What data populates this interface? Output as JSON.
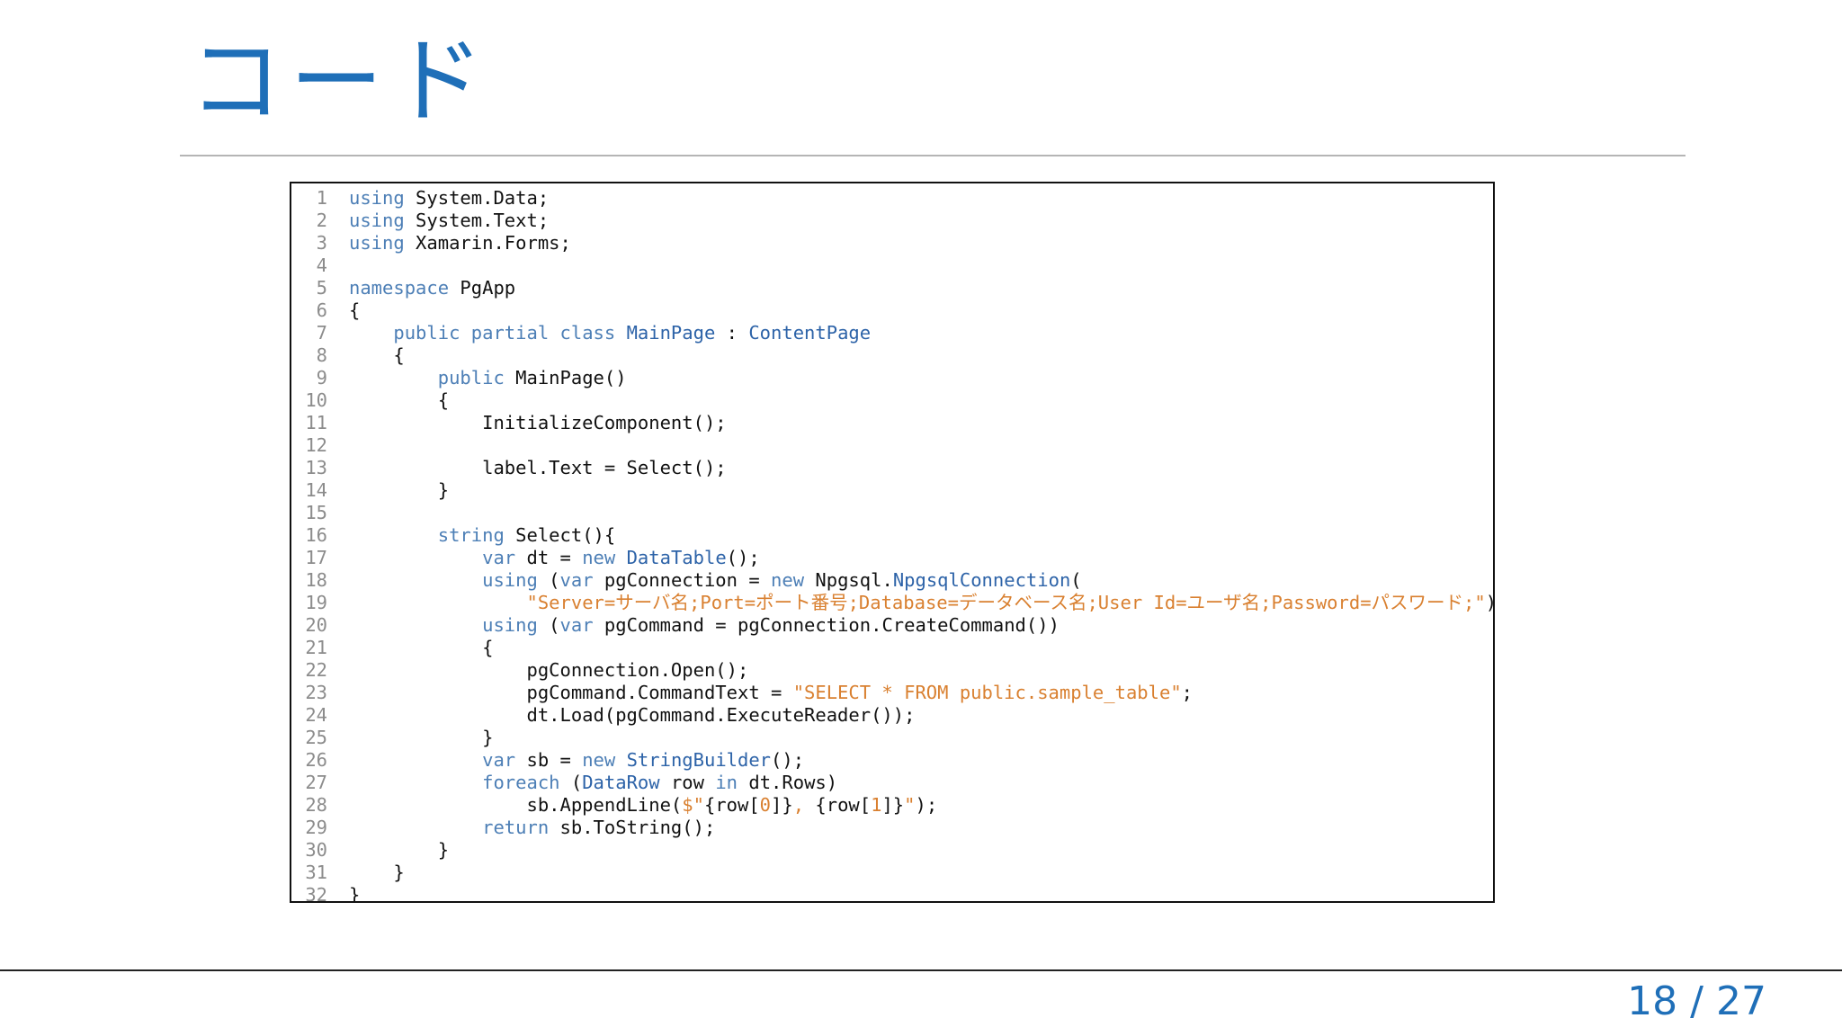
{
  "slide": {
    "title": "コード",
    "page_current": "18",
    "page_separator": "/",
    "page_total": "27"
  },
  "code": {
    "lines": [
      [
        [
          "kw",
          "using"
        ],
        [
          "p",
          " System.Data;"
        ]
      ],
      [
        [
          "kw",
          "using"
        ],
        [
          "p",
          " System.Text;"
        ]
      ],
      [
        [
          "kw",
          "using"
        ],
        [
          "p",
          " Xamarin.Forms;"
        ]
      ],
      [],
      [
        [
          "kw",
          "namespace"
        ],
        [
          "p",
          " PgApp"
        ]
      ],
      [
        [
          "p",
          "{"
        ]
      ],
      [
        [
          "p",
          "    "
        ],
        [
          "kw",
          "public partial class"
        ],
        [
          "p",
          " "
        ],
        [
          "ty",
          "MainPage"
        ],
        [
          "p",
          " : "
        ],
        [
          "ty",
          "ContentPage"
        ]
      ],
      [
        [
          "p",
          "    {"
        ]
      ],
      [
        [
          "p",
          "        "
        ],
        [
          "kw",
          "public"
        ],
        [
          "p",
          " MainPage()"
        ]
      ],
      [
        [
          "p",
          "        {"
        ]
      ],
      [
        [
          "p",
          "            InitializeComponent();"
        ]
      ],
      [],
      [
        [
          "p",
          "            label.Text = Select();"
        ]
      ],
      [
        [
          "p",
          "        }"
        ]
      ],
      [],
      [
        [
          "p",
          "        "
        ],
        [
          "kw",
          "string"
        ],
        [
          "p",
          " Select(){"
        ]
      ],
      [
        [
          "p",
          "            "
        ],
        [
          "kw",
          "var"
        ],
        [
          "p",
          " dt = "
        ],
        [
          "kw",
          "new"
        ],
        [
          "p",
          " "
        ],
        [
          "ty",
          "DataTable"
        ],
        [
          "p",
          "();"
        ]
      ],
      [
        [
          "p",
          "            "
        ],
        [
          "kw",
          "using"
        ],
        [
          "p",
          " ("
        ],
        [
          "kw",
          "var"
        ],
        [
          "p",
          " pgConnection = "
        ],
        [
          "kw",
          "new"
        ],
        [
          "p",
          " Npgsql."
        ],
        [
          "ty",
          "NpgsqlConnection"
        ],
        [
          "p",
          "("
        ]
      ],
      [
        [
          "p",
          "                "
        ],
        [
          "st",
          "\"Server=サーバ名;Port=ポート番号;Database=データベース名;User Id=ユーザ名;Password=パスワード;\""
        ],
        [
          "p",
          "))"
        ]
      ],
      [
        [
          "p",
          "            "
        ],
        [
          "kw",
          "using"
        ],
        [
          "p",
          " ("
        ],
        [
          "kw",
          "var"
        ],
        [
          "p",
          " pgCommand = pgConnection.CreateCommand())"
        ]
      ],
      [
        [
          "p",
          "            {"
        ]
      ],
      [
        [
          "p",
          "                pgConnection.Open();"
        ]
      ],
      [
        [
          "p",
          "                pgCommand.CommandText = "
        ],
        [
          "st",
          "\"SELECT * FROM public.sample_table\""
        ],
        [
          "p",
          ";"
        ]
      ],
      [
        [
          "p",
          "                dt.Load(pgCommand.ExecuteReader());"
        ]
      ],
      [
        [
          "p",
          "            }"
        ]
      ],
      [
        [
          "p",
          "            "
        ],
        [
          "kw",
          "var"
        ],
        [
          "p",
          " sb = "
        ],
        [
          "kw",
          "new"
        ],
        [
          "p",
          " "
        ],
        [
          "ty",
          "StringBuilder"
        ],
        [
          "p",
          "();"
        ]
      ],
      [
        [
          "p",
          "            "
        ],
        [
          "kw",
          "foreach"
        ],
        [
          "p",
          " ("
        ],
        [
          "ty",
          "DataRow"
        ],
        [
          "p",
          " row "
        ],
        [
          "kw",
          "in"
        ],
        [
          "p",
          " dt.Rows)"
        ]
      ],
      [
        [
          "p",
          "                sb.AppendLine("
        ],
        [
          "st",
          "$\""
        ],
        [
          "p",
          "{row["
        ],
        [
          "st",
          "0"
        ],
        [
          "p",
          "]}"
        ],
        [
          "st",
          ", "
        ],
        [
          "p",
          "{row["
        ],
        [
          "st",
          "1"
        ],
        [
          "p",
          "]}"
        ],
        [
          "st",
          "\""
        ],
        [
          "p",
          ");"
        ]
      ],
      [
        [
          "p",
          "            "
        ],
        [
          "kw",
          "return"
        ],
        [
          "p",
          " sb.ToString();"
        ]
      ],
      [
        [
          "p",
          "        }"
        ]
      ],
      [
        [
          "p",
          "    }"
        ]
      ],
      [
        [
          "p",
          "}"
        ]
      ]
    ]
  },
  "colors": {
    "title": "#1f6fb8",
    "keyword": "#4d7fb6",
    "type": "#2d63a8",
    "string": "#d98030"
  }
}
